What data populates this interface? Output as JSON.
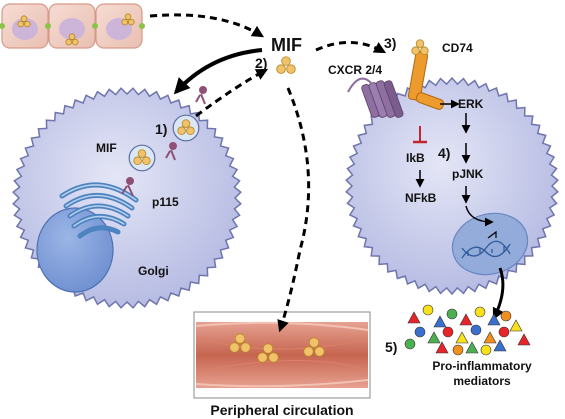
{
  "labels": {
    "mif_title": "MIF",
    "step1": "1)",
    "step2": "2)",
    "step3": "3)",
    "step4": "4)",
    "step5": "5)",
    "mif_small": "MIF",
    "p115": "p115",
    "golgi": "Golgi",
    "cxcr": "CXCR 2/4",
    "cd74": "CD74",
    "erk": "ERK",
    "ikb": "IkB",
    "nfkb": "NFkB",
    "pjnk": "pJNK",
    "pro_inflammatory": "Pro-inflammatory",
    "mediators": "mediators",
    "peripheral": "Peripheral circulation"
  },
  "colors": {
    "cell_fill": "#c7cbe9",
    "cell_edge": "#6f75ad",
    "mif_triangle": "#f1c26a",
    "mif_edge": "#b48522",
    "golgi": "#4d84c0",
    "nucleus": "#7f9fd8",
    "vessel_outer": "#e8a392",
    "vessel_inner": "#c25a48",
    "cxcr": "#8e6fa0",
    "cd74": "#ee9b2e",
    "inhibit": "#c1272d"
  }
}
